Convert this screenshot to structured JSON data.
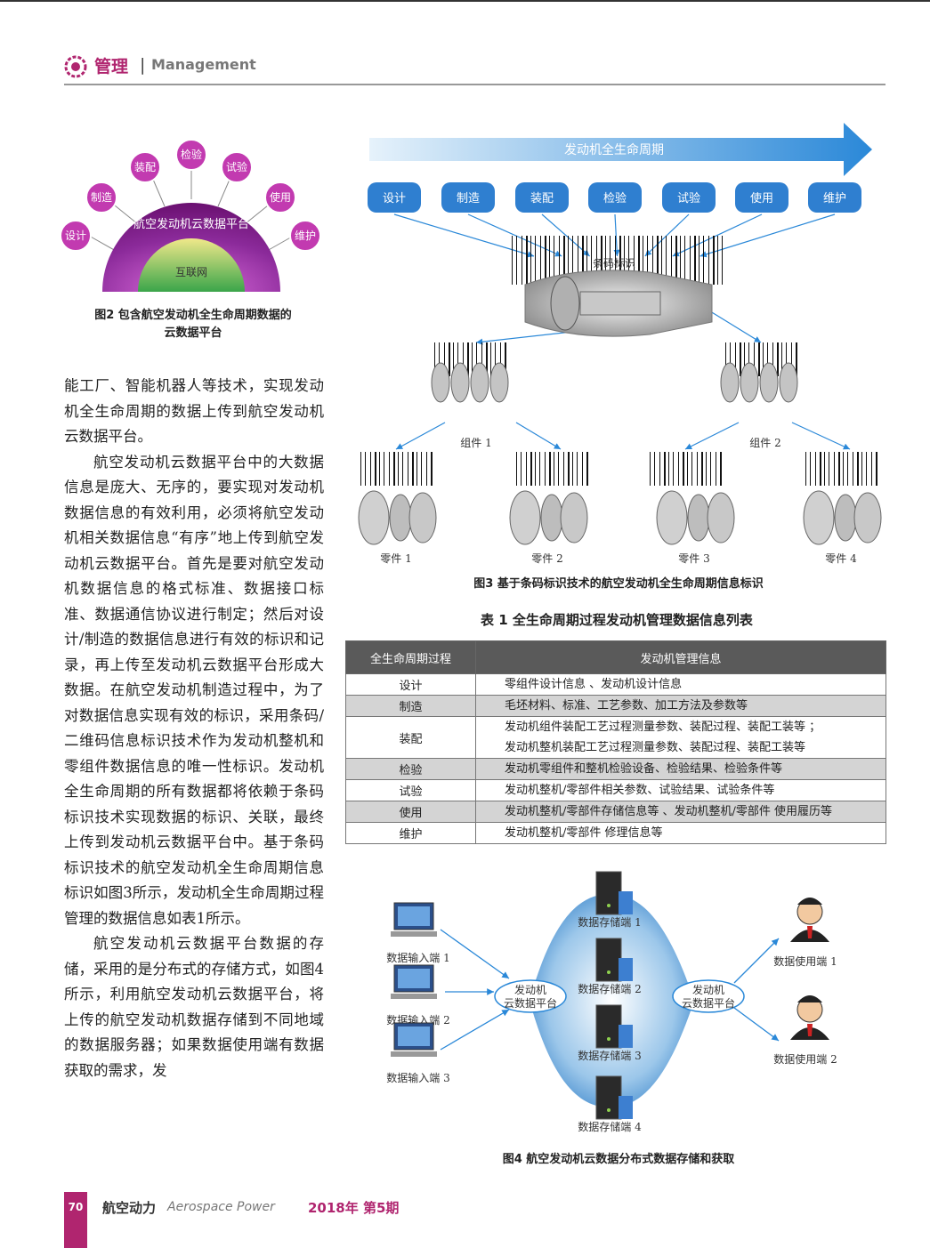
{
  "header": {
    "category": "管理",
    "separator": "|",
    "category_en": "Management"
  },
  "fig2": {
    "stages": [
      "设计",
      "制造",
      "装配",
      "检验",
      "试验",
      "使用",
      "维护"
    ],
    "platform_label": "航空发动机云数据平台",
    "internet_label": "互联网",
    "caption_line1": "图2 包含航空发动机全生命周期数据的",
    "caption_line2": "云数据平台"
  },
  "body": {
    "paragraphs": [
      "能工厂、智能机器人等技术，实现发动机全生命周期的数据上传到航空发动机云数据平台。",
      "航空发动机云数据平台中的大数据信息是庞大、无序的，要实现对发动机数据信息的有效利用，必须将航空发动机相关数据信息“有序”地上传到航空发动机云数据平台。首先是要对航空发动机数据信息的格式标准、数据接口标准、数据通信协议进行制定；然后对设计/制造的数据信息进行有效的标识和记录，再上传至发动机云数据平台形成大数据。在航空发动机制造过程中，为了对数据信息实现有效的标识，采用条码/二维码信息标识技术作为发动机整机和零组件数据信息的唯一性标识。发动机全生命周期的所有数据都将依赖于条码标识技术实现数据的标识、关联，最终上传到发动机云数据平台中。基于条码标识技术的航空发动机全生命周期信息标识如图3所示，发动机全生命周期过程管理的数据信息如表1所示。",
      "航空发动机云数据平台数据的存储，采用的是分布式的存储方式，如图4所示，利用航空发动机云数据平台，将上传的航空发动机数据存储到不同地域的数据服务器；如果数据使用端有数据获取的需求，发"
    ]
  },
  "fig3": {
    "arrow_label": "发动机全生命周期",
    "stages": [
      "设计",
      "制造",
      "装配",
      "检验",
      "试验",
      "使用",
      "维护"
    ],
    "barcode_label": "条码标识",
    "components": [
      "组件 1",
      "组件 2"
    ],
    "parts": [
      "零件 1",
      "零件 2",
      "零件 3",
      "零件 4"
    ],
    "caption": "图3 基于条码标识技术的航空发动机全生命周期信息标识"
  },
  "table1": {
    "caption": "表 1 全生命周期过程发动机管理数据信息列表",
    "headers": [
      "全生命周期过程",
      "发动机管理信息"
    ],
    "rows": [
      {
        "stage": "设计",
        "info": [
          "零组件设计信息 、发动机设计信息"
        ]
      },
      {
        "stage": "制造",
        "info": [
          "毛坯材料、标准、工艺参数、加工方法及参数等"
        ]
      },
      {
        "stage": "装配",
        "info": [
          "发动机组件装配工艺过程测量参数、装配过程、装配工装等 ；",
          "发动机整机装配工艺过程测量参数、装配过程、装配工装等"
        ]
      },
      {
        "stage": "检验",
        "info": [
          "发动机零组件和整机检验设备、检验结果、检验条件等"
        ]
      },
      {
        "stage": "试验",
        "info": [
          "发动机整机/零部件相关参数、试验结果、试验条件等"
        ]
      },
      {
        "stage": "使用",
        "info": [
          "发动机整机/零部件存储信息等 、发动机整机/零部件 使用履历等"
        ]
      },
      {
        "stage": "维护",
        "info": [
          "发动机整机/零部件 修理信息等"
        ]
      }
    ]
  },
  "fig4": {
    "inputs": [
      "数据输入端 1",
      "数据输入端 2",
      "数据输入端 3"
    ],
    "storages": [
      "数据存储端 1",
      "数据存储端 2",
      "数据存储端 3",
      "数据存储端 4"
    ],
    "cloud_line1": "发动机",
    "cloud_line2": "云数据平台",
    "users": [
      "数据使用端 1",
      "数据使用端 2"
    ],
    "caption": "图4 航空发动机云数据分布式数据存储和获取"
  },
  "footer": {
    "page": "70",
    "journal": "航空动力",
    "journal_en": "Aerospace Power",
    "issue": "2018年 第5期"
  },
  "colors": {
    "accent": "#b0256f",
    "stage_blue": "#2f7fd0",
    "platform_purple": "#7a1c86"
  }
}
